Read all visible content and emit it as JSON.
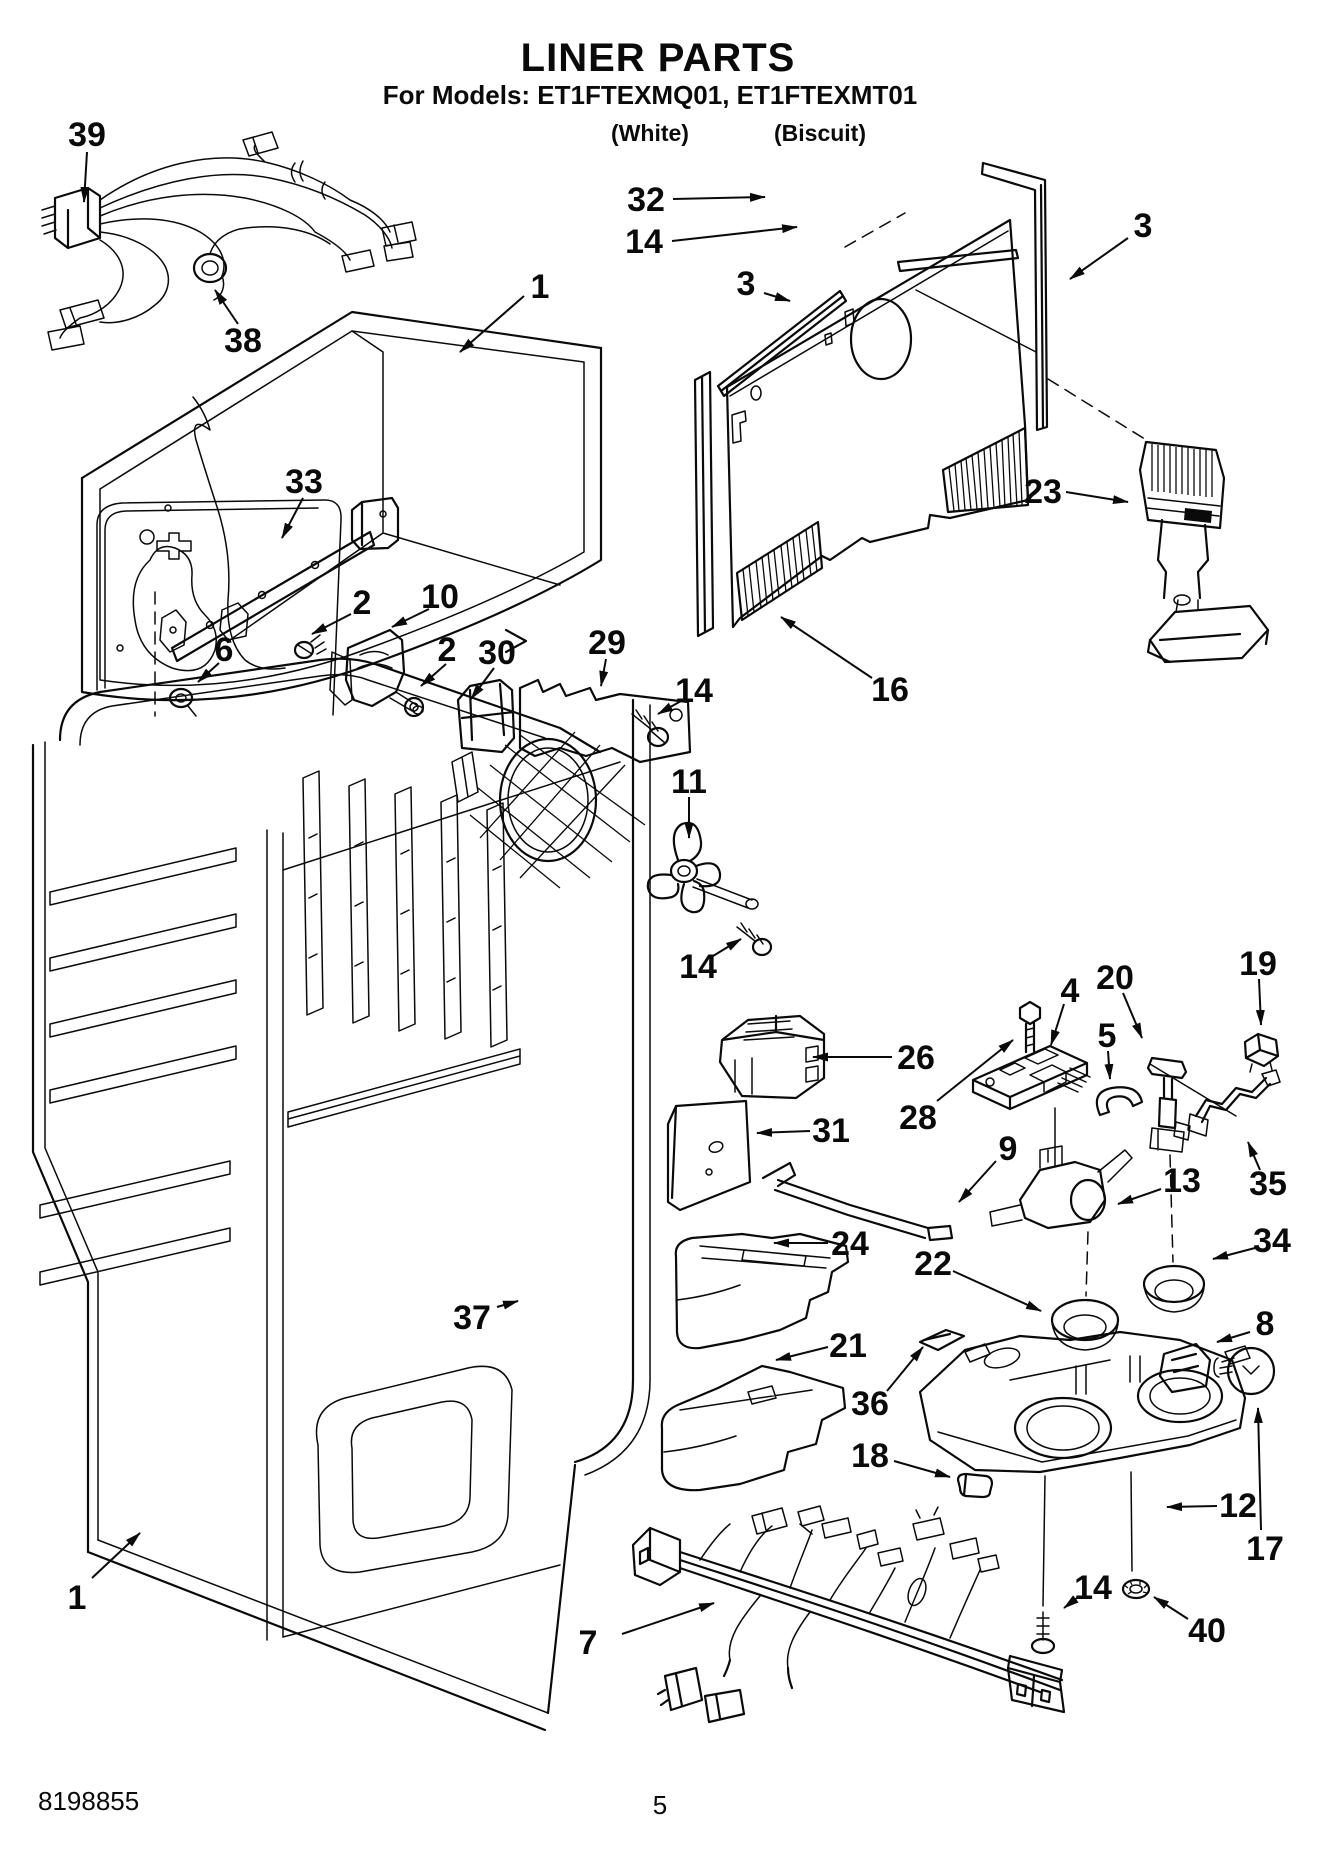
{
  "page": {
    "title": "LINER PARTS",
    "subtitle": "For Models: ET1FTEXMQ01, ET1FTEXMT01",
    "finish_left": "(White)",
    "finish_right": "(Biscuit)",
    "doc_number": "8198855",
    "page_number": "5"
  },
  "callouts": {
    "c39": {
      "label": "39"
    },
    "c38": {
      "label": "38"
    },
    "c1_top": {
      "label": "1"
    },
    "c32": {
      "label": "32"
    },
    "c14_top": {
      "label": "14"
    },
    "c3_left": {
      "label": "3"
    },
    "c3_right": {
      "label": "3"
    },
    "c23": {
      "label": "23"
    },
    "c16": {
      "label": "16"
    },
    "c33": {
      "label": "33"
    },
    "c6": {
      "label": "6"
    },
    "c2_upper": {
      "label": "2"
    },
    "c10": {
      "label": "10"
    },
    "c2_lower": {
      "label": "2"
    },
    "c30": {
      "label": "30"
    },
    "c29": {
      "label": "29"
    },
    "c14_bracket": {
      "label": "14"
    },
    "c11": {
      "label": "11"
    },
    "c14_fan": {
      "label": "14"
    },
    "c26": {
      "label": "26"
    },
    "c28": {
      "label": "28"
    },
    "c4": {
      "label": "4"
    },
    "c20": {
      "label": "20"
    },
    "c5": {
      "label": "5"
    },
    "c19": {
      "label": "19"
    },
    "c31": {
      "label": "31"
    },
    "c9": {
      "label": "9"
    },
    "c13": {
      "label": "13"
    },
    "c35": {
      "label": "35"
    },
    "c24": {
      "label": "24"
    },
    "c34": {
      "label": "34"
    },
    "c22": {
      "label": "22"
    },
    "c8": {
      "label": "8"
    },
    "c21": {
      "label": "21"
    },
    "c36": {
      "label": "36"
    },
    "c18": {
      "label": "18"
    },
    "c12": {
      "label": "12"
    },
    "c17": {
      "label": "17"
    },
    "c14_bottom": {
      "label": "14"
    },
    "c40": {
      "label": "40"
    },
    "c7": {
      "label": "7"
    },
    "c1_bottom": {
      "label": "1"
    },
    "c37": {
      "label": "37"
    }
  }
}
